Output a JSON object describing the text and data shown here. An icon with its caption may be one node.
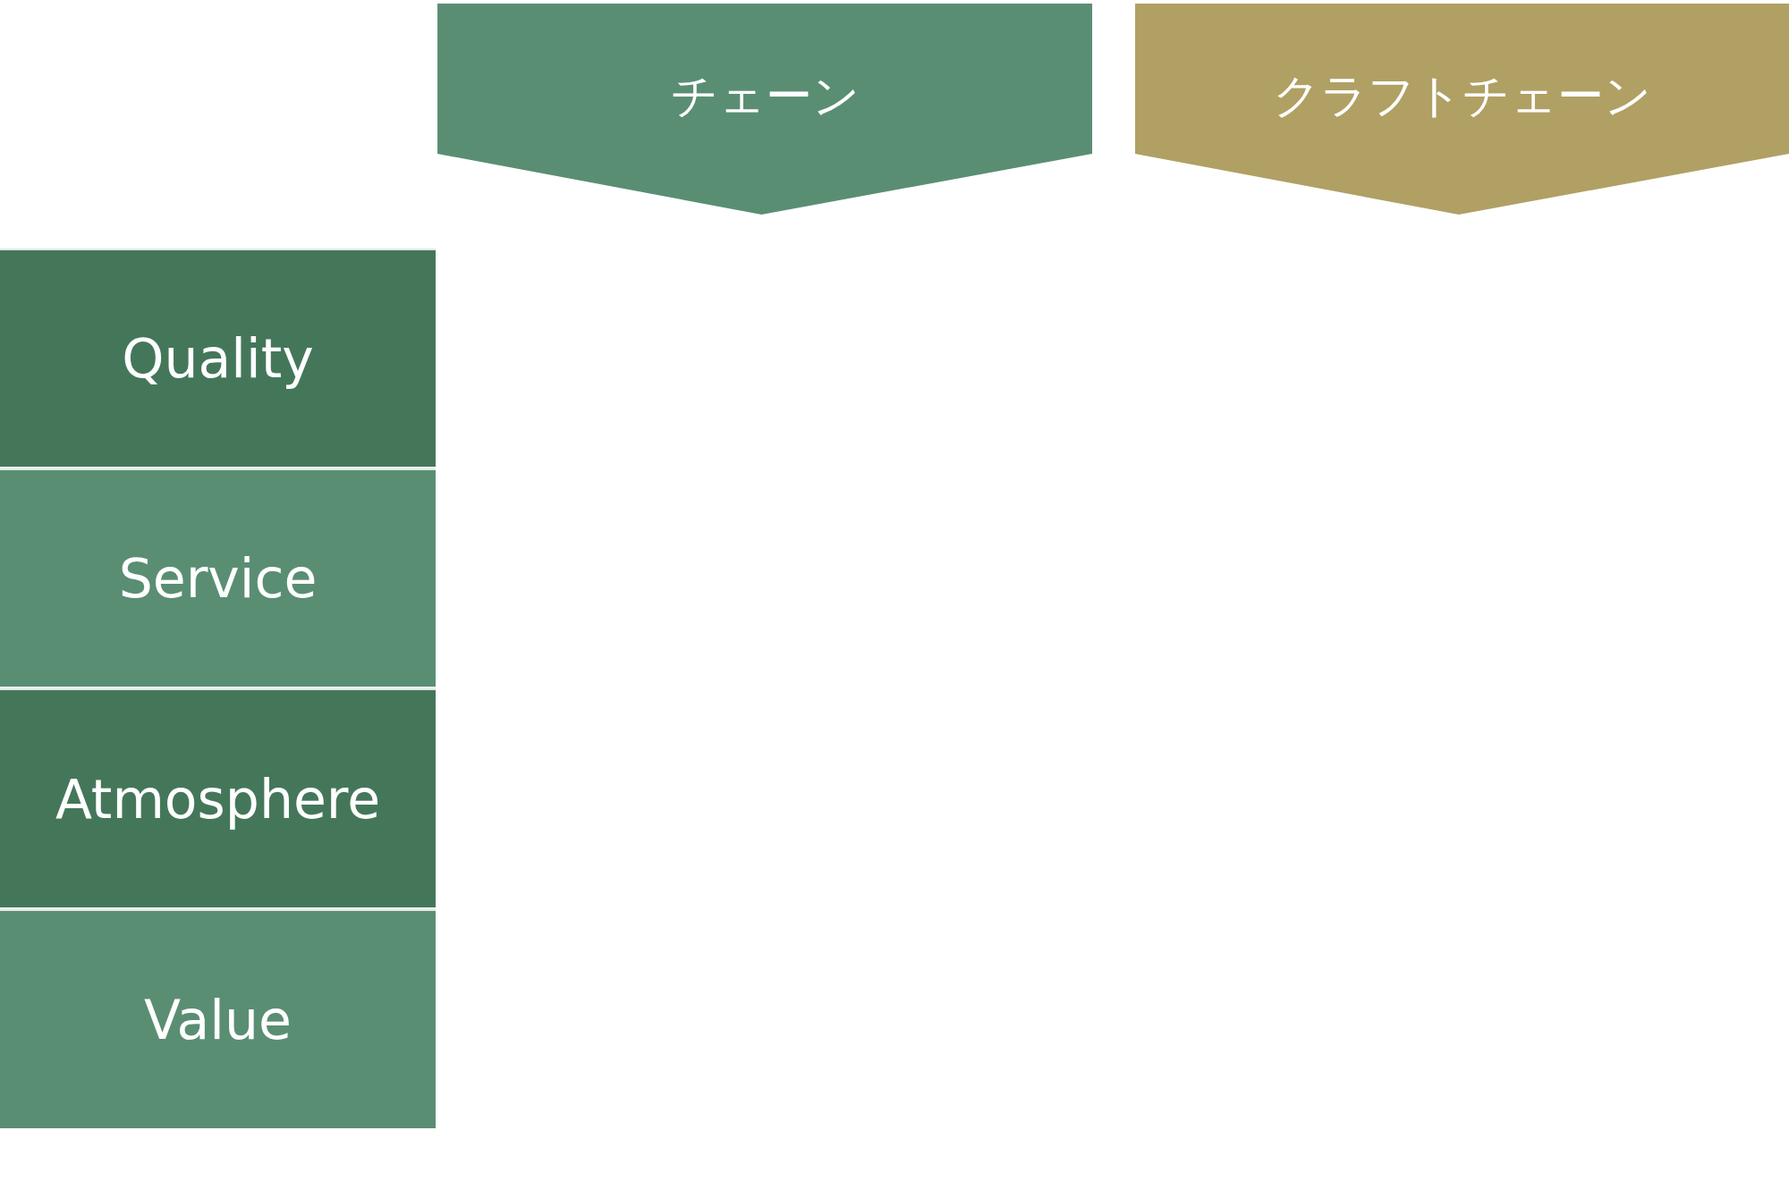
{
  "diagram": {
    "nodes": [
      {
        "text": [
          "チェーン"
        ]
      },
      {
        "text": [
          "クラフトチェーン"
        ]
      },
      {
        "text": [
          "Quality"
        ]
      },
      {
        "text": [
          "Service"
        ]
      },
      {
        "text": [
          "Atmosphere"
        ]
      },
      {
        "text": [
          "Value"
        ]
      }
    ]
  }
}
